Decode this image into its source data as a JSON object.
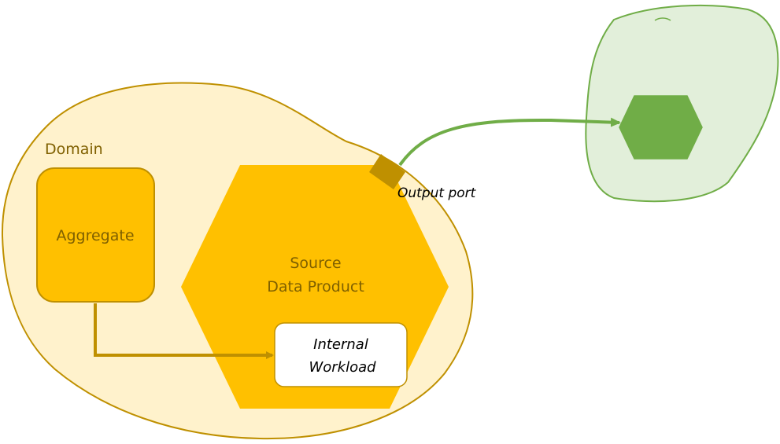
{
  "labels": {
    "domain": "Domain",
    "aggregate": "Aggregate",
    "product_line1": "Source",
    "product_line2": "Data Product",
    "workload_line1": "Internal",
    "workload_line2": "Workload",
    "output_port": "Output port"
  },
  "colors": {
    "domain_fill": "#fff2cc",
    "domain_stroke": "#bf9000",
    "aggregate_fill": "#ffc000",
    "product_fill": "#ffc000",
    "text_brown": "#7f6000",
    "port_fill": "#bf9000",
    "connector": "#bf9000",
    "consumer_fill": "#e2efda",
    "consumer_stroke": "#70ad47",
    "consumer_hex": "#70ad47",
    "green_arrow": "#70ad47",
    "white": "#ffffff",
    "black": "#000000"
  }
}
